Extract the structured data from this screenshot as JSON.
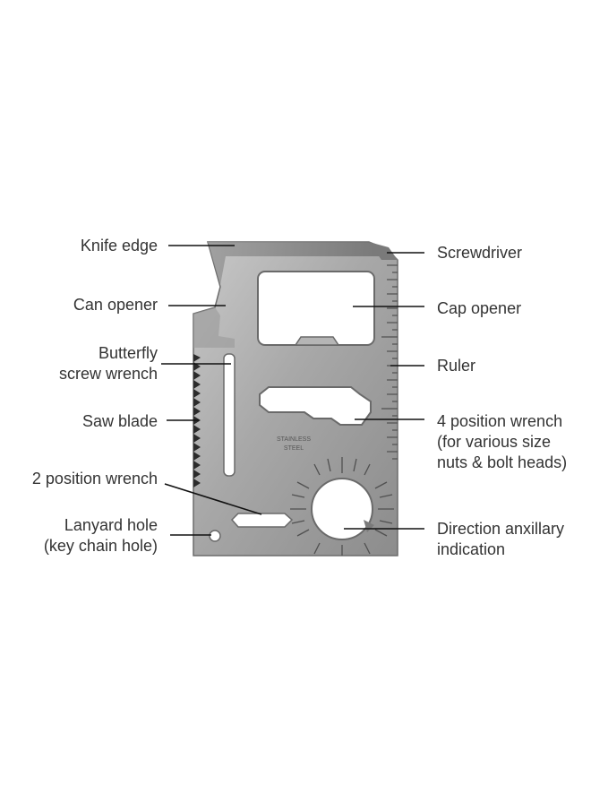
{
  "diagram": {
    "colors": {
      "label_text": "#333333",
      "leader_line": "#111111",
      "card_steel": "#a9a9a9",
      "card_dark": "#7d7d7d",
      "background": "#ffffff"
    },
    "card_stamp": [
      "STAINLESS",
      "STEEL"
    ],
    "labels": {
      "knife_edge": "Knife edge",
      "can_opener": "Can opener",
      "butterfly_wrench": [
        "Butterfly",
        "screw wrench"
      ],
      "saw_blade": "Saw blade",
      "two_position_wrench": "2 position wrench",
      "lanyard_hole": [
        "Lanyard hole",
        "(key chain hole)"
      ],
      "screwdriver": "Screwdriver",
      "cap_opener": "Cap opener",
      "ruler": "Ruler",
      "four_position_wrench": [
        "4 position wrench",
        "(for various size",
        "nuts & bolt heads)"
      ],
      "direction_indication": [
        "Direction anxillary",
        "indication"
      ]
    }
  }
}
